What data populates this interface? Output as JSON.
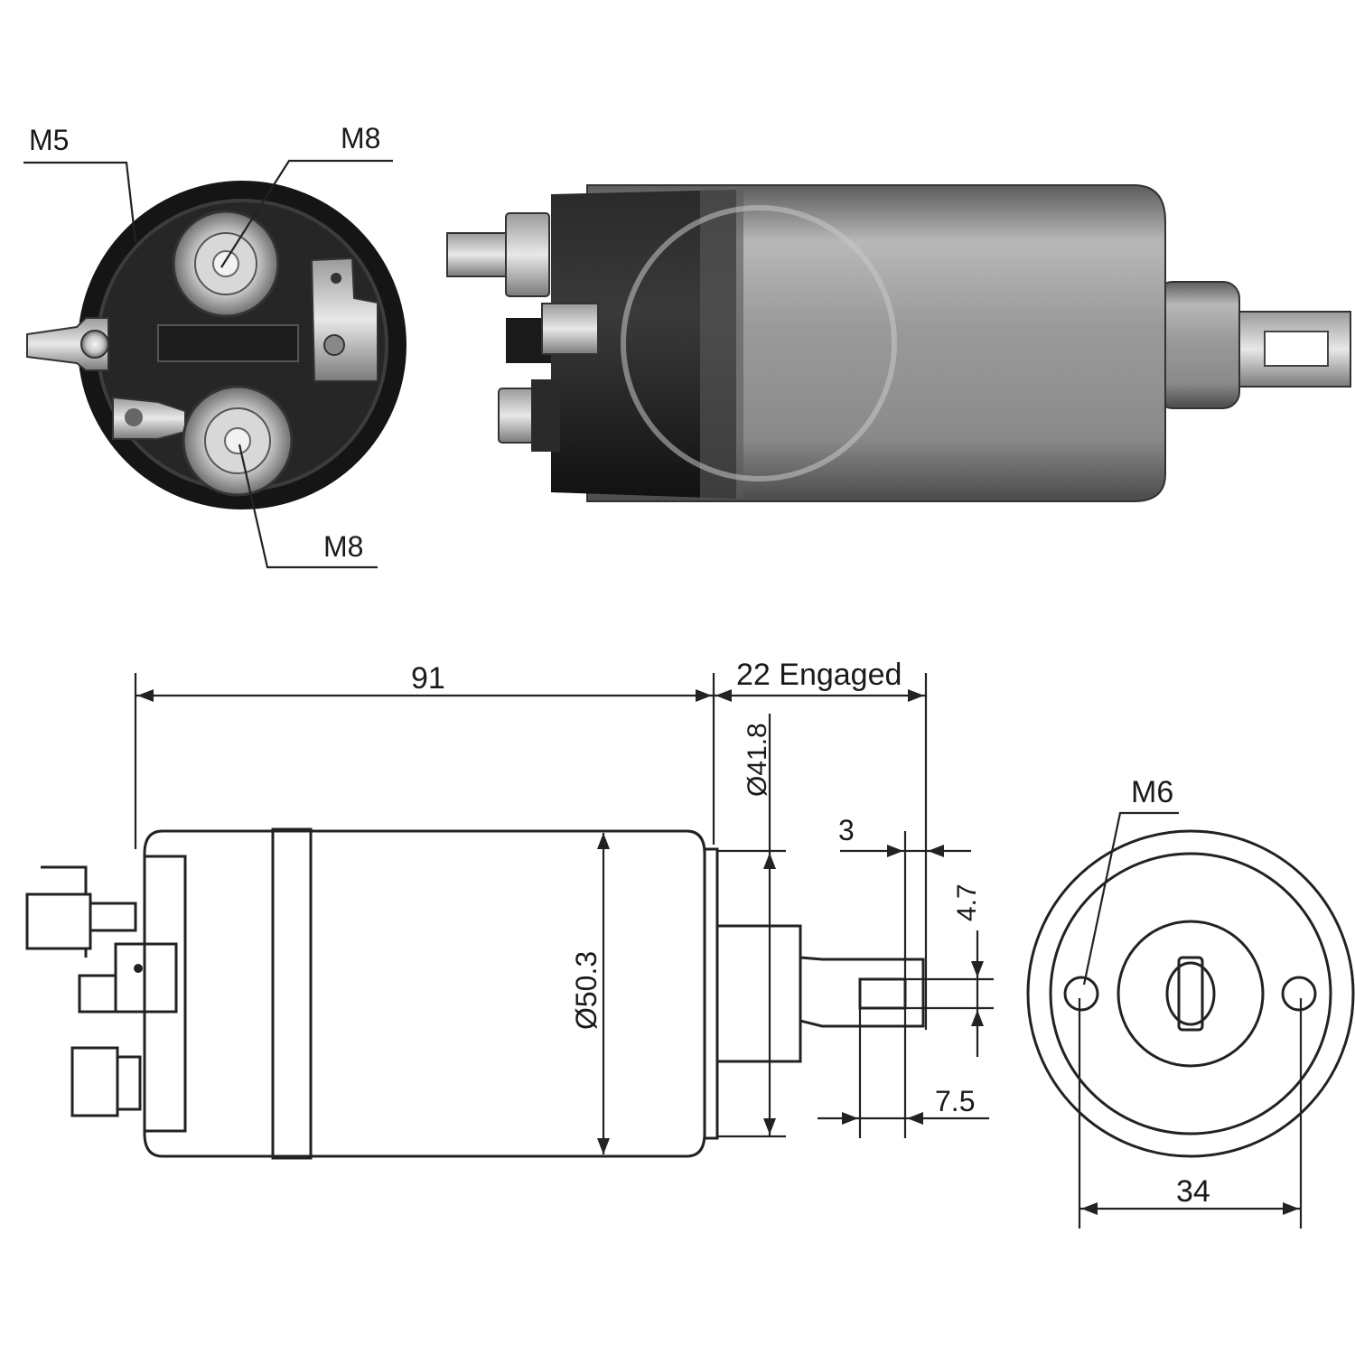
{
  "front_view": {
    "labels": {
      "m5_top_left": "M5",
      "m8_top": "M8",
      "m8_bottom": "M8"
    }
  },
  "drawing": {
    "dimensions": {
      "body_length": "91",
      "engaged_stroke": "22 Engaged",
      "neck_diameter": "Ø41.8",
      "body_diameter": "Ø50.3",
      "slot_width": "3",
      "eye_height": "4.7",
      "eye_offset": "7.5",
      "hole_spacing": "34"
    },
    "end_view": {
      "thread_label": "M6"
    }
  }
}
